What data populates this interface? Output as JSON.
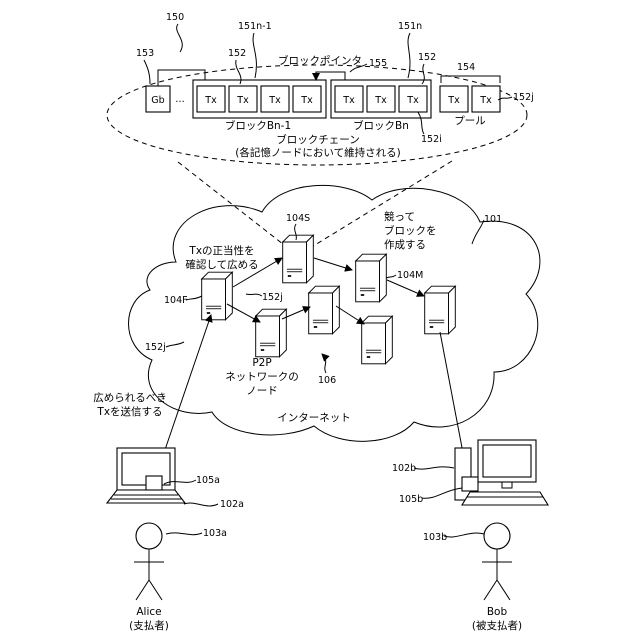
{
  "refs": {
    "r150": "150",
    "r151n1": "151n-1",
    "r151n": "151n",
    "r153": "153",
    "r152a": "152",
    "r152b": "152",
    "r155": "155",
    "r154": "154",
    "r152j_top": "152j",
    "r152i": "152i",
    "r104S": "104S",
    "r101": "101",
    "r104M": "104M",
    "r104F": "104F",
    "r152j_mid": "152j",
    "r152j_left": "152j",
    "r106": "106",
    "r105a": "105a",
    "r102a": "102a",
    "r103a": "103a",
    "r102b": "102b",
    "r105b": "105b",
    "r103b": "103b"
  },
  "blocks": {
    "gb": "Gb",
    "ellipsis": "…",
    "tx": "Tx",
    "block_pointer": "ブロックポインタ",
    "block_bn1": "ブロックBn-1",
    "block_bn": "ブロックBn",
    "pool": "プール",
    "chain_line1": "ブロックチェーン",
    "chain_line2": "(各記憶ノードにおいて維持される)"
  },
  "network": {
    "validate_line1": "Txの正当性を",
    "validate_line2": "確認して広める",
    "compete_line1": "競って",
    "compete_line2": "ブロックを",
    "compete_line3": "作成する",
    "p2p_line1": "P2P",
    "p2p_line2": "ネットワークの",
    "p2p_line3": "ノード",
    "internet": "インターネット",
    "send_line1": "広められるべき",
    "send_line2": "Txを送信する"
  },
  "users": {
    "alice": "Alice",
    "alice_role": "(支払者)",
    "bob": "Bob",
    "bob_role": "(被支払者)"
  }
}
